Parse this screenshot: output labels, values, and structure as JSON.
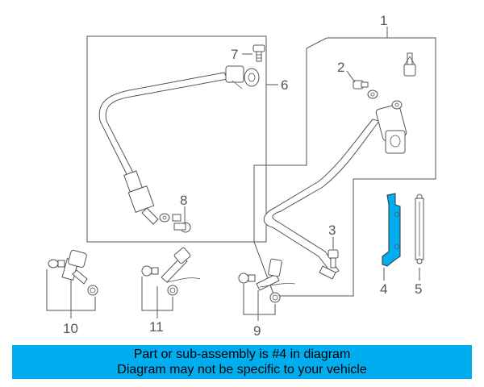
{
  "callouts": {
    "c1": "1",
    "c2": "2",
    "c3": "3",
    "c4": "4",
    "c5": "5",
    "c6": "6",
    "c7": "7",
    "c8": "8",
    "c9": "9",
    "c10": "10",
    "c11": "11"
  },
  "banner": {
    "line1": "Part or sub-assembly is #4 in diagram",
    "line2": "Diagram may not be specific to your vehicle"
  },
  "colors": {
    "highlight": "#00aef0",
    "banner_bg": "#00aef0",
    "line": "#555555"
  }
}
